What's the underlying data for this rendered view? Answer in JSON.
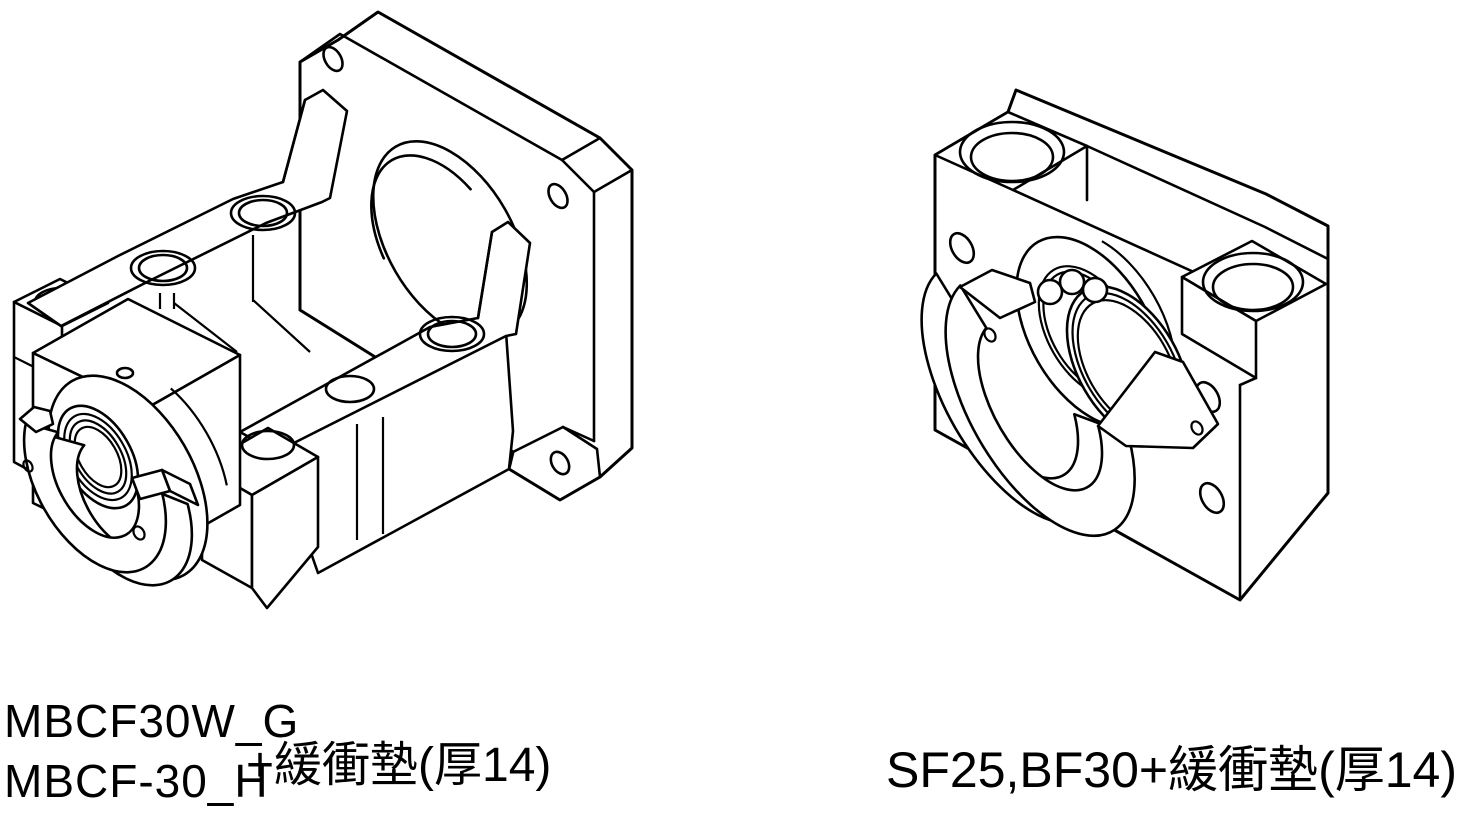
{
  "page": {
    "background": "#ffffff",
    "line_color": "#000000"
  },
  "captions": {
    "left_model_line1": "MBCF30W_G",
    "left_model_line2": "MBCF-30_H",
    "left_suffix": "+緩衝墊(厚14)",
    "right_caption": "SF25,BF30+緩衝墊(厚14)"
  }
}
